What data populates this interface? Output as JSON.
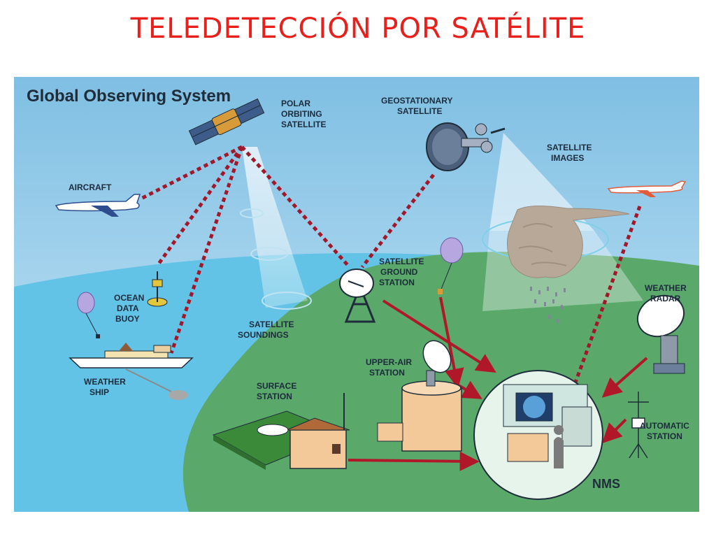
{
  "title": "TELEDETECCIÓN POR SATÉLITE",
  "diagram": {
    "heading": "Global Observing System",
    "labels": {
      "polar_satellite": [
        "POLAR",
        "ORBITING",
        "SATELLITE"
      ],
      "geostationary_satellite": [
        "GEOSTATIONARY",
        "SATELLITE"
      ],
      "satellite_images": [
        "SATELLITE",
        "IMAGES"
      ],
      "aircraft": [
        "AIRCRAFT"
      ],
      "ocean_buoy": [
        "OCEAN",
        "DATA",
        "BUOY"
      ],
      "satellite_soundings": [
        "SATELLITE",
        "SOUNDINGS"
      ],
      "ground_station": [
        "SATELLITE",
        "GROUND",
        "STATION"
      ],
      "weather_radar": [
        "WEATHER",
        "RADAR"
      ],
      "weather_ship": [
        "WEATHER",
        "SHIP"
      ],
      "upper_air_station": [
        "UPPER-AIR",
        "STATION"
      ],
      "surface_station": [
        "SURFACE",
        "STATION"
      ],
      "automatic_station": [
        "AUTOMATIC",
        "STATION"
      ],
      "nms": "NMS"
    }
  },
  "colors": {
    "title": "#e8201c",
    "sky_top": "#7fbfe3",
    "sky_bottom": "#c6e6f7",
    "sea": "#63c3e6",
    "land": "#5aa86a",
    "link_dotted": "#a0182a",
    "data_arrow": "#b0182a"
  }
}
